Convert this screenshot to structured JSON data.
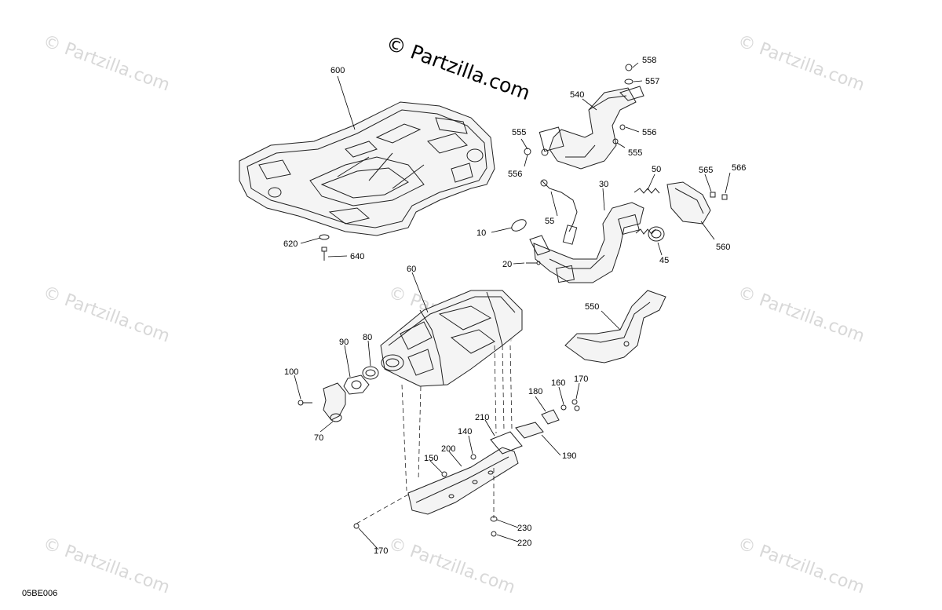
{
  "watermark_text": "© Partzilla.com",
  "copyright": "© Partzilla.com",
  "figure_id": "05BE006",
  "callouts": {
    "c600": "600",
    "c620": "620",
    "c640": "640",
    "c558": "558",
    "c557": "557",
    "c540": "540",
    "c555a": "555",
    "c556a": "556",
    "c556b": "556",
    "c555b": "555",
    "c50": "50",
    "c565": "565",
    "c566": "566",
    "c30": "30",
    "c55": "55",
    "c10": "10",
    "c20": "20",
    "c45": "45",
    "c560": "560",
    "c60": "60",
    "c550": "550",
    "c90": "90",
    "c80": "80",
    "c100": "100",
    "c70": "70",
    "c180": "180",
    "c160": "160",
    "c170a": "170",
    "c210": "210",
    "c140": "140",
    "c200": "200",
    "c150": "150",
    "c190": "190",
    "c230": "230",
    "c220": "220",
    "c170b": "170"
  }
}
